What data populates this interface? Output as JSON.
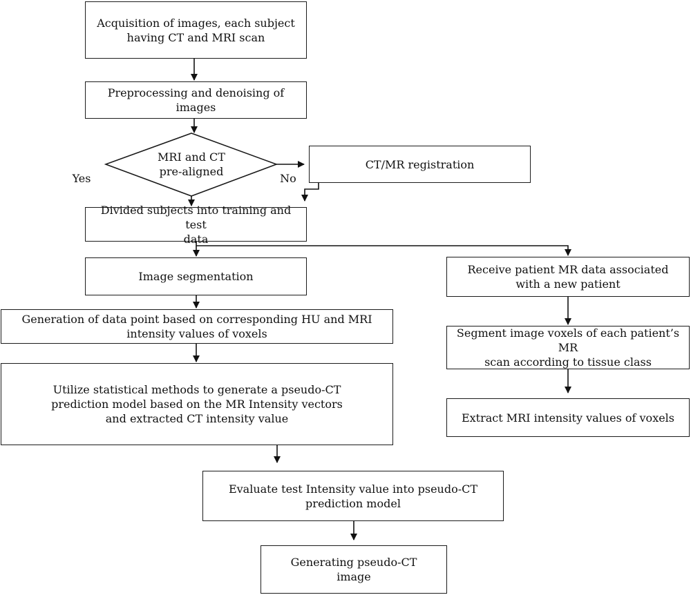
{
  "nodes": {
    "acquisition": "Acquisition of images, each subject\nhaving CT and MRI scan",
    "preprocessing": "Preprocessing and denoising of\nimages",
    "decision": "MRI and CT\npre-aligned",
    "registration": "CT/MR registration",
    "divided": "Divided subjects into training and test\ndata",
    "segmentation": "Image segmentation",
    "generation": "Generation of data point based on corresponding HU and MRI\nintensity values of voxels",
    "utilize": "Utilize statistical methods to generate a pseudo-CT\nprediction model based on the MR Intensity vectors\nand extracted CT intensity value",
    "receive": "Receive patient MR data associated\nwith a new patient",
    "segment_voxels": "Segment image voxels of each patient’s MR\nscan according to tissue class",
    "extract": "Extract MRI intensity values of voxels",
    "evaluate": "Evaluate test Intensity value into pseudo-CT\nprediction model",
    "generating": "Generating pseudo-CT\nimage"
  },
  "labels": {
    "yes": "Yes",
    "no": "No"
  }
}
